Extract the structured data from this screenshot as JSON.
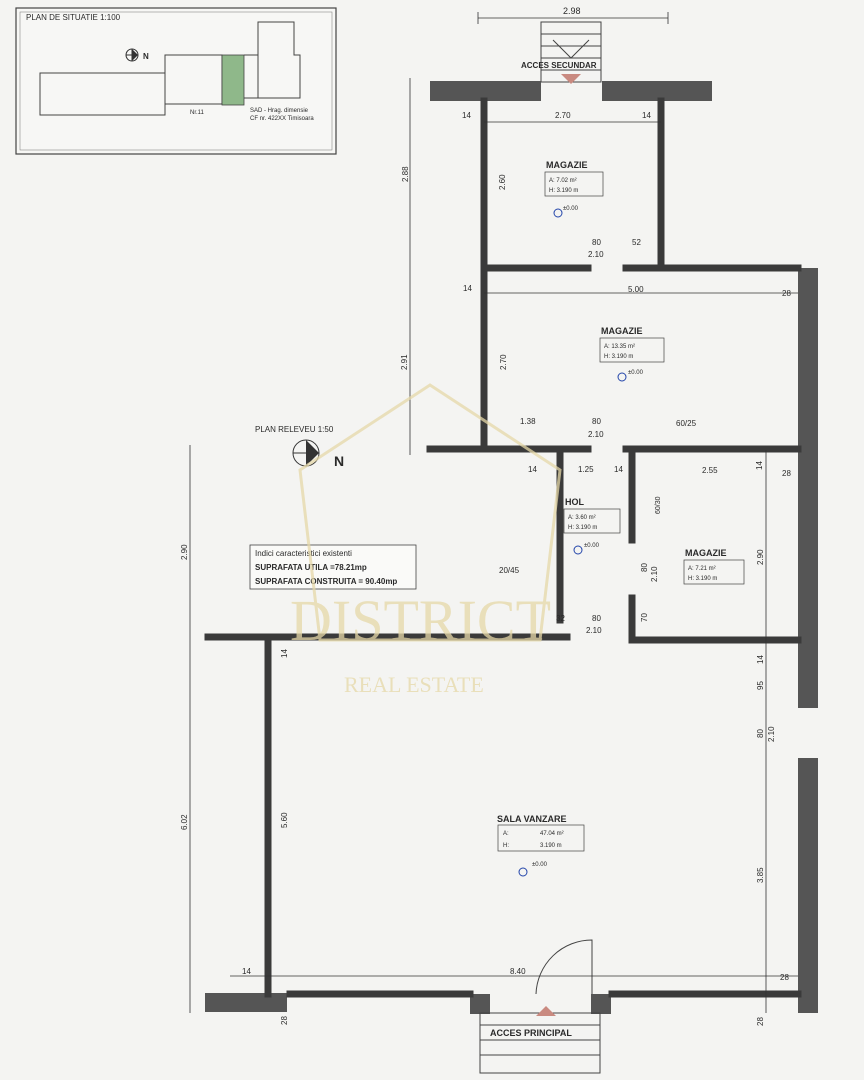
{
  "situation": {
    "title": "PLAN DE SITUATIE 1:100",
    "north": "N",
    "note1": "Nr.11",
    "note2": "SAD - Hrag. dimensie",
    "note3": "CF nr. 422XX Timisoara"
  },
  "survey": {
    "title": "PLAN RELEVEU 1:50",
    "north": "N"
  },
  "indices": {
    "title": "Indici caracteristici existenti",
    "useful": "SUPRAFATA UTILA =78.21mp",
    "built": "SUPRAFATA CONSTRUITA = 90.40mp"
  },
  "access": {
    "secondary": "ACCES SECUNDAR",
    "main": "ACCES PRINCIPAL"
  },
  "rooms": [
    {
      "name": "MAGAZIE",
      "area": "A:  7.02 m²",
      "height": "H: 3.190 m",
      "level": "±0.00"
    },
    {
      "name": "MAGAZIE",
      "area": "A: 13.35 m²",
      "height": "H: 3.190 m",
      "level": "±0.00"
    },
    {
      "name": "HOL",
      "area": "A:  3.60 m²",
      "height": "H: 3.190 m",
      "level": "±0.00"
    },
    {
      "name": "MAGAZIE",
      "area": "A:  7.21 m²",
      "height": "H: 3.190 m",
      "level": ""
    },
    {
      "name": "SALA VANZARE",
      "area_label": "A:",
      "area": "47.04 m²",
      "height_label": "H:",
      "height": "3.190 m",
      "level": "±0.00"
    }
  ],
  "dimensions": {
    "top_width": "2.98",
    "d270": "2.70",
    "d14a": "14",
    "d14b": "14",
    "d260": "2.60",
    "d288": "2.88",
    "d80a": "80",
    "d52": "52",
    "d210a": "2.10",
    "d14c": "14",
    "d500": "5.00",
    "d28a": "28",
    "d270b": "2.70",
    "d291": "2.91",
    "d138": "1.38",
    "d80b": "80",
    "d210b": "2.10",
    "d6025": "60/25",
    "d14d": "14",
    "d125": "1.25",
    "d14e": "14",
    "d255": "2.55",
    "d14f": "14",
    "d28b": "28",
    "d6030": "60/30",
    "d2045": "20/45",
    "d80c": "80",
    "d210c": "2.10",
    "d290a": "2.90",
    "d290b": "2.90",
    "d32": "32",
    "d80d": "80",
    "d210d": "2.10",
    "d70": "70",
    "d14g": "14",
    "d14h": "14",
    "d95": "95",
    "d80e": "80",
    "d210e": "2.10",
    "d602": "6.02",
    "d560": "5.60",
    "d385": "3.85",
    "d14i": "14",
    "d840": "8.40",
    "d28c": "28",
    "d28d": "28",
    "d28e": "28"
  },
  "watermark": {
    "line1": "DISTRICT",
    "line2": "REAL ESTATE"
  }
}
